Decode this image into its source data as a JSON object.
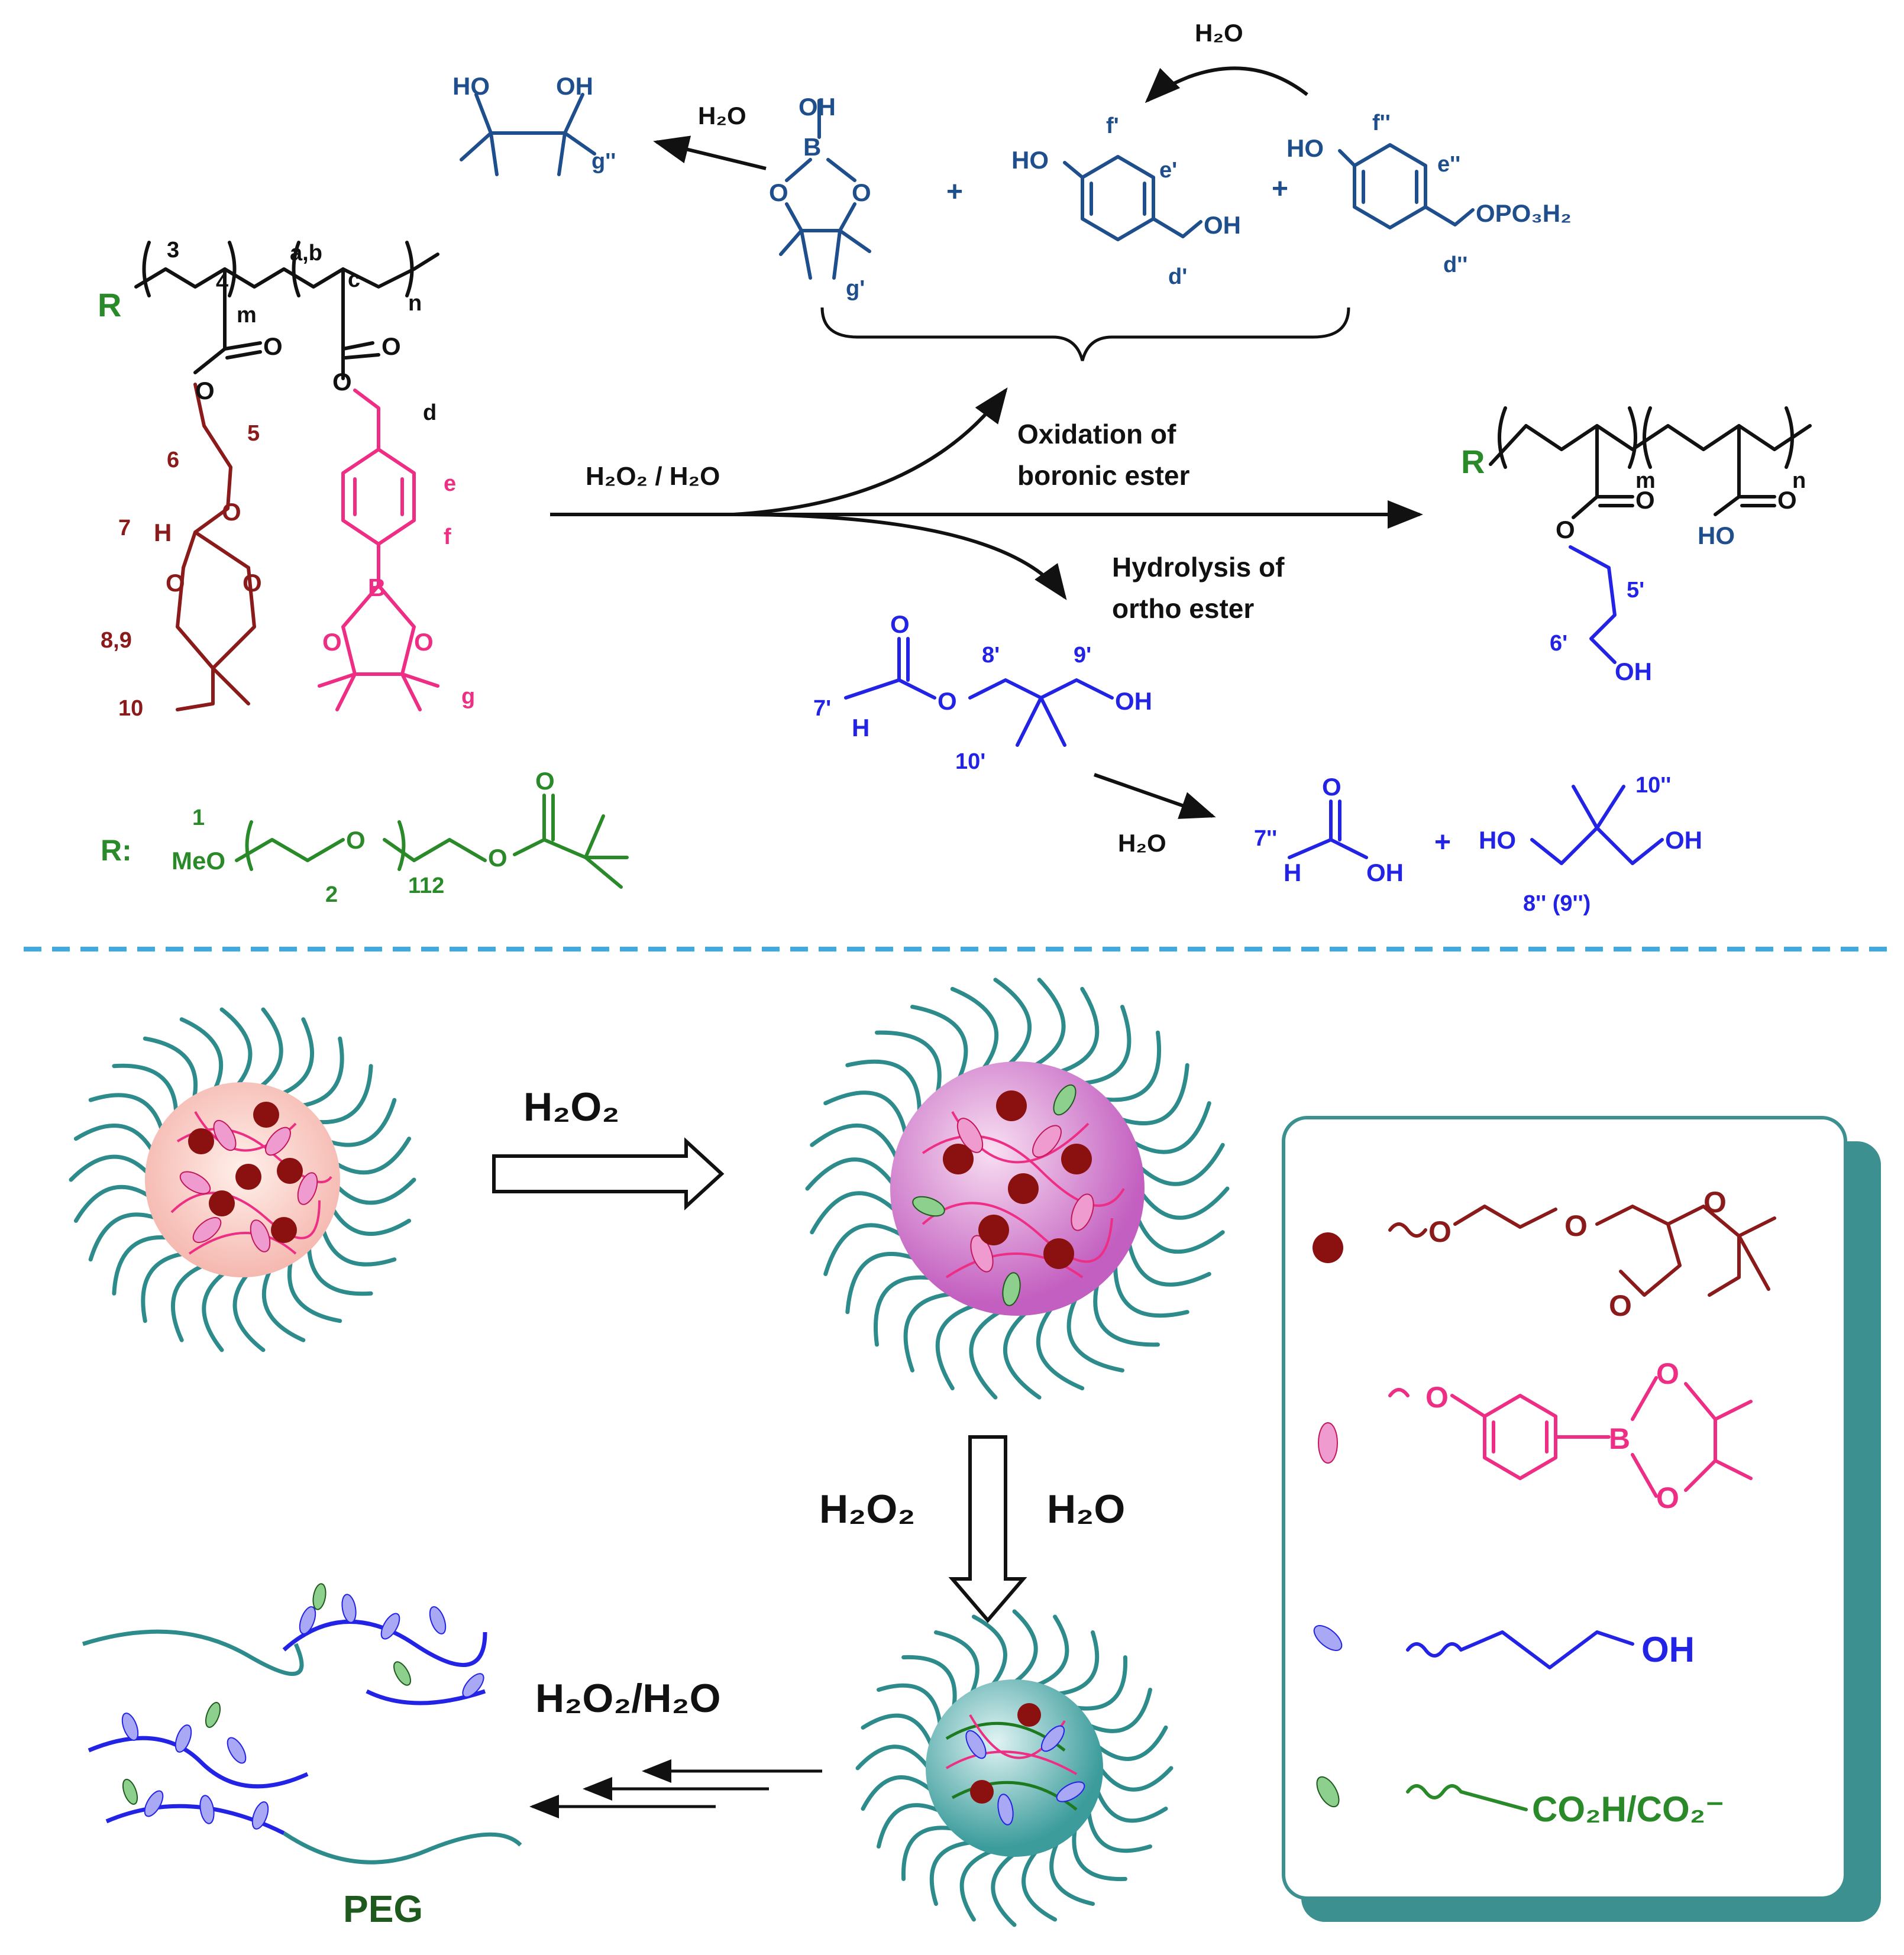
{
  "top": {
    "reagent_main": "H₂O₂ / H₂O",
    "water_1": "H₂O",
    "water_2": "H₂O",
    "water_3": "H₂O",
    "plus": "+",
    "oxidation_line1": "Oxidation  of",
    "oxidation_line2": "boronic ester",
    "hydrolysis_line1": "Hydrolysis of",
    "hydrolysis_line2": "ortho ester",
    "R_prefix": "R:",
    "R": "R",
    "MeO": "MeO",
    "OH": "OH",
    "HO": "HO",
    "O": "O",
    "B": "B",
    "H": "H",
    "OPO3H2": "OPO₃H₂",
    "sub_m": "m",
    "sub_n": "n",
    "sub_112": "112",
    "labels": {
      "l1": "1",
      "l2": "2",
      "l3": "3",
      "l4": "4",
      "l5": "5",
      "l6": "6",
      "l7": "7",
      "l89": "8,9",
      "l10": "10",
      "ab": "a,b",
      "c": "c",
      "d": "d",
      "e": "e",
      "f": "f",
      "g": "g",
      "fp": "f'",
      "ep": "e'",
      "dp": "d'",
      "gp": "g'",
      "gpp": "g''",
      "fpp": "f''",
      "epp": "e''",
      "dpp": "d''",
      "l5p": "5'",
      "l6p": "6'",
      "l7p": "7'",
      "l8p": "8'",
      "l9p": "9'",
      "l10p": "10'",
      "l7pp": "7''",
      "l10pp": "10''",
      "l89pp": "8'' (9'')"
    }
  },
  "bottom": {
    "h2o2_a": "H₂O₂",
    "h2o2_b": "H₂O₂",
    "h2o_b": "H₂O",
    "h2o2_h2o": "H₂O₂/H₂O",
    "peg": "PEG",
    "legend": {
      "oh": "OH",
      "co2": "CO₂H/CO₂⁻",
      "O": "O",
      "B": "B"
    }
  },
  "colors": {
    "navy": "#1f4e8c",
    "blue": "#2323e6",
    "green": "#2a8a2a",
    "dark_red": "#8b1a1a",
    "pink": "#ee2d84",
    "teal": "#2e8b8b",
    "divider": "#3fa9e0"
  }
}
